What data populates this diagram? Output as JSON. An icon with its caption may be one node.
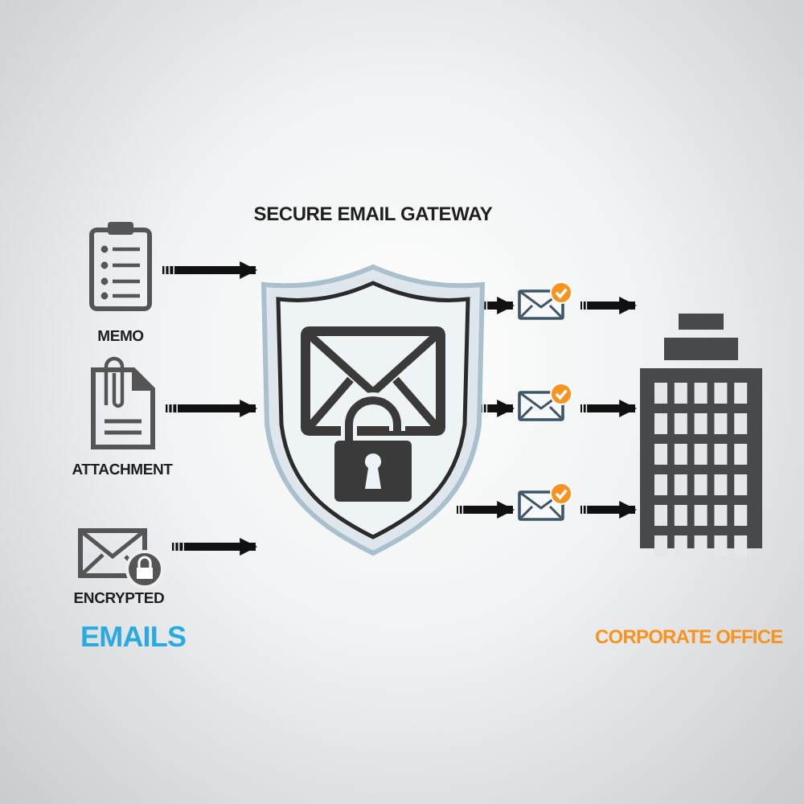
{
  "diagram": {
    "nodes": [
      {
        "text": [
          "MEMO"
        ]
      },
      {
        "text": [
          "ATTACHMENT"
        ]
      },
      {
        "text": [
          "ENCRYPTED"
        ]
      },
      {
        "text": [
          "SECURE EMAIL GATEWAY"
        ]
      },
      {
        "text": [],
        "shape": "envelope"
      },
      {
        "text": [],
        "shape": "envelope"
      },
      {
        "text": [],
        "shape": "envelope"
      },
      {
        "text": [],
        "shape": "building"
      }
    ],
    "edges": [
      {
        "from": 0,
        "to": 3,
        "arrow": "to"
      },
      {
        "from": 1,
        "to": 3,
        "arrow": "to"
      },
      {
        "from": 2,
        "to": 3,
        "arrow": "to"
      },
      {
        "from": 3,
        "to": 4,
        "arrow": "to"
      },
      {
        "from": 3,
        "to": 5,
        "arrow": "to"
      },
      {
        "from": 3,
        "to": 6,
        "arrow": "to"
      },
      {
        "from": 4,
        "to": 7,
        "arrow": "to"
      },
      {
        "from": 5,
        "to": 7,
        "arrow": "to"
      },
      {
        "from": 6,
        "to": 7,
        "arrow": "to"
      }
    ],
    "labels": [
      "EMAILS",
      "CORPORATE OFFICE"
    ]
  }
}
